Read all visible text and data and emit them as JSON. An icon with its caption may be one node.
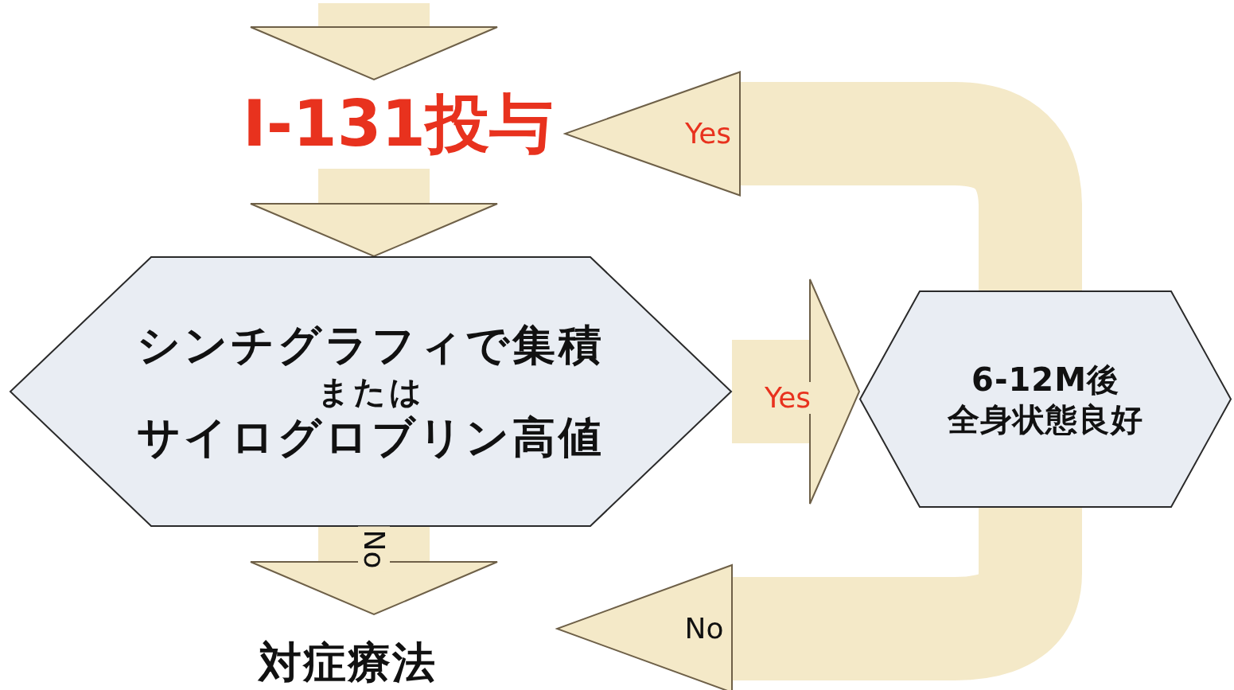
{
  "diagram": {
    "nodes": [
      {
        "text": [
          "I-131投与"
        ]
      },
      {
        "text": [
          "シンチグラフィで集積",
          "または",
          "サイログロブリン高値"
        ]
      },
      {
        "text": [
          "6-12M後",
          "全身状態良好"
        ]
      },
      {
        "text": [
          "対症療法"
        ]
      }
    ],
    "edges": [
      {
        "from": null,
        "to": 0,
        "arrow": "to"
      },
      {
        "from": 0,
        "to": 1,
        "arrow": "to"
      },
      {
        "from": 1,
        "to": 3,
        "arrow": "to",
        "label": "No"
      },
      {
        "from": 1,
        "to": 2,
        "arrow": "to",
        "label": "Yes"
      },
      {
        "from": 2,
        "to": 0,
        "arrow": "to",
        "label": "Yes"
      },
      {
        "from": 2,
        "to": 3,
        "arrow": "to",
        "label": "No"
      }
    ]
  }
}
